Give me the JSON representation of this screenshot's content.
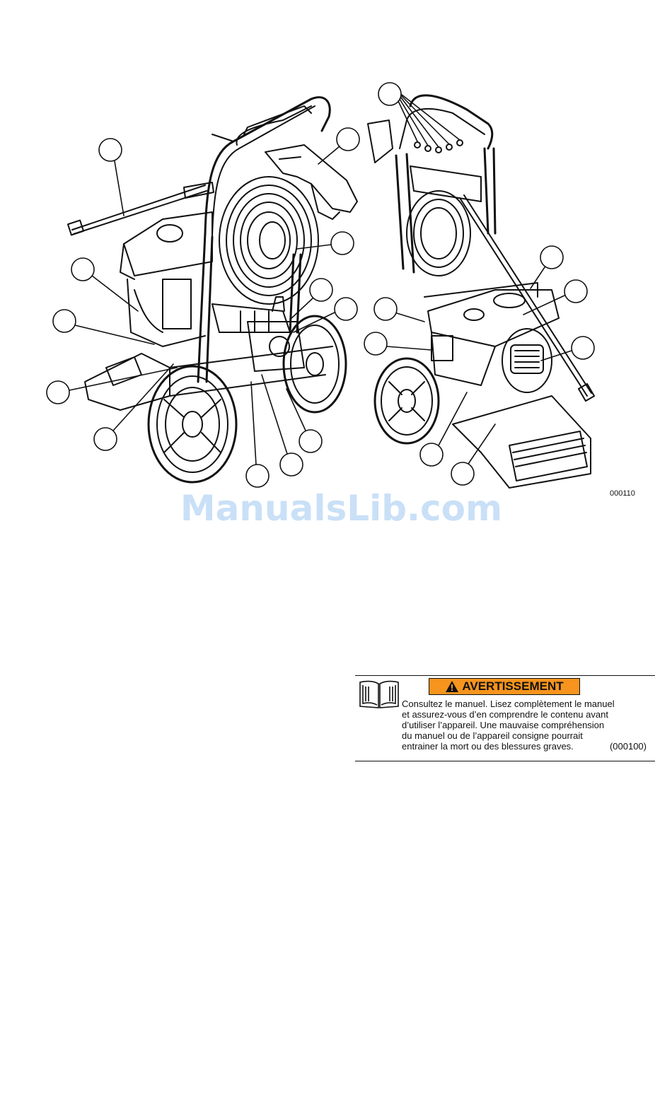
{
  "figure": {
    "code": "000110",
    "callouts_left_count": 13,
    "callouts_right_count": 8
  },
  "watermark": {
    "text": "ManualsLib.com"
  },
  "warning": {
    "label": "AVERTISSEMENT",
    "text": "Consultez le manuel. Lisez complètement le manuel\net assurez-vous d’en comprendre le contenu avant\nd’utiliser l’appareil. Une mauvaise compréhension\ndu manuel ou de l’appareil consigne pourrait\nentrainer la mort ou des blessures graves.",
    "code": "(000100)",
    "label_color": "#f7941d"
  },
  "icons": [
    "warning-triangle-icon",
    "manual-book-icon"
  ]
}
